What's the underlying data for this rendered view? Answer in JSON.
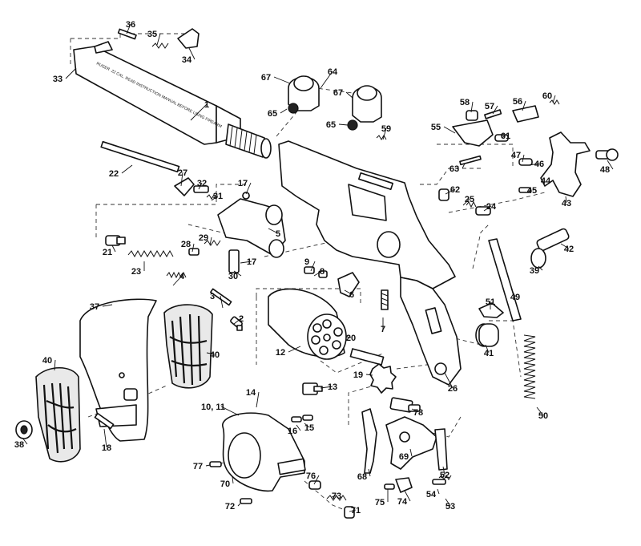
{
  "parts": [
    {
      "id": "1",
      "label": "1"
    },
    {
      "id": "2",
      "label": "2"
    },
    {
      "id": "3",
      "label": "3"
    },
    {
      "id": "4",
      "label": "4"
    },
    {
      "id": "5",
      "label": "5"
    },
    {
      "id": "6",
      "label": "6"
    },
    {
      "id": "7",
      "label": "7"
    },
    {
      "id": "8",
      "label": "8"
    },
    {
      "id": "9",
      "label": "9"
    },
    {
      "id": "10-11",
      "label": "10, 11"
    },
    {
      "id": "12",
      "label": "12"
    },
    {
      "id": "13",
      "label": "13"
    },
    {
      "id": "14",
      "label": "14"
    },
    {
      "id": "15",
      "label": "15"
    },
    {
      "id": "16",
      "label": "16"
    },
    {
      "id": "17a",
      "label": "17"
    },
    {
      "id": "17b",
      "label": "17"
    },
    {
      "id": "18",
      "label": "18"
    },
    {
      "id": "19",
      "label": "19"
    },
    {
      "id": "20",
      "label": "20"
    },
    {
      "id": "21",
      "label": "21"
    },
    {
      "id": "22",
      "label": "22"
    },
    {
      "id": "23",
      "label": "23"
    },
    {
      "id": "24",
      "label": "24"
    },
    {
      "id": "25",
      "label": "25"
    },
    {
      "id": "26",
      "label": "26"
    },
    {
      "id": "27",
      "label": "27"
    },
    {
      "id": "28",
      "label": "28"
    },
    {
      "id": "29",
      "label": "29"
    },
    {
      "id": "30",
      "label": "30"
    },
    {
      "id": "31",
      "label": "31"
    },
    {
      "id": "32",
      "label": "32"
    },
    {
      "id": "33",
      "label": "33"
    },
    {
      "id": "34",
      "label": "34"
    },
    {
      "id": "35",
      "label": "35"
    },
    {
      "id": "36",
      "label": "36"
    },
    {
      "id": "37",
      "label": "37"
    },
    {
      "id": "38",
      "label": "38"
    },
    {
      "id": "39",
      "label": "39"
    },
    {
      "id": "40a",
      "label": "40"
    },
    {
      "id": "40b",
      "label": "40"
    },
    {
      "id": "41",
      "label": "41"
    },
    {
      "id": "42",
      "label": "42"
    },
    {
      "id": "43",
      "label": "43"
    },
    {
      "id": "44",
      "label": "44"
    },
    {
      "id": "45",
      "label": "45"
    },
    {
      "id": "46",
      "label": "46"
    },
    {
      "id": "47",
      "label": "47"
    },
    {
      "id": "48",
      "label": "48"
    },
    {
      "id": "49",
      "label": "49"
    },
    {
      "id": "50",
      "label": "50"
    },
    {
      "id": "51",
      "label": "51"
    },
    {
      "id": "52",
      "label": "52"
    },
    {
      "id": "53",
      "label": "53"
    },
    {
      "id": "54",
      "label": "54"
    },
    {
      "id": "55",
      "label": "55"
    },
    {
      "id": "56",
      "label": "56"
    },
    {
      "id": "57",
      "label": "57"
    },
    {
      "id": "58",
      "label": "58"
    },
    {
      "id": "59",
      "label": "59"
    },
    {
      "id": "60",
      "label": "60"
    },
    {
      "id": "61",
      "label": "61"
    },
    {
      "id": "62",
      "label": "62"
    },
    {
      "id": "63",
      "label": "63"
    },
    {
      "id": "64",
      "label": "64"
    },
    {
      "id": "65a",
      "label": "65"
    },
    {
      "id": "65b",
      "label": "65"
    },
    {
      "id": "67a",
      "label": "67"
    },
    {
      "id": "67b",
      "label": "67"
    },
    {
      "id": "68",
      "label": "68"
    },
    {
      "id": "69",
      "label": "69"
    },
    {
      "id": "70",
      "label": "70"
    },
    {
      "id": "71",
      "label": "71"
    },
    {
      "id": "72",
      "label": "72"
    },
    {
      "id": "73",
      "label": "73"
    },
    {
      "id": "74",
      "label": "74"
    },
    {
      "id": "75",
      "label": "75"
    },
    {
      "id": "76",
      "label": "76"
    },
    {
      "id": "77",
      "label": "77"
    },
    {
      "id": "78",
      "label": "78"
    }
  ],
  "barrel_stamp": "RUGER .22 CAL. READ INSTRUCTION MANUAL BEFORE USING FIREARM"
}
